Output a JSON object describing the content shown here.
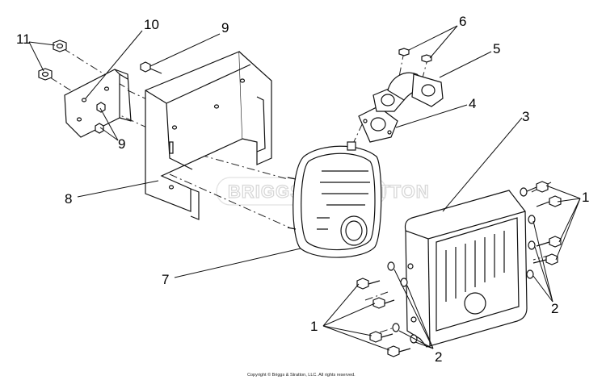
{
  "diagram": {
    "callouts": [
      "1",
      "2",
      "3",
      "4",
      "5",
      "6",
      "7",
      "8",
      "9",
      "10",
      "11"
    ],
    "label_11": "11",
    "label_10": "10",
    "label_9_top": "9",
    "label_9_lower": "9",
    "label_8": "8",
    "label_7": "7",
    "label_6": "6",
    "label_5": "5",
    "label_4": "4",
    "label_3": "3",
    "label_1_right": "1",
    "label_2_right": "2",
    "label_1_lower": "1",
    "label_2_lower": "2"
  },
  "watermark": "BRIGGS & STRATTON",
  "copyright": "Copyright © Briggs & Stratton, LLC. All rights reserved."
}
